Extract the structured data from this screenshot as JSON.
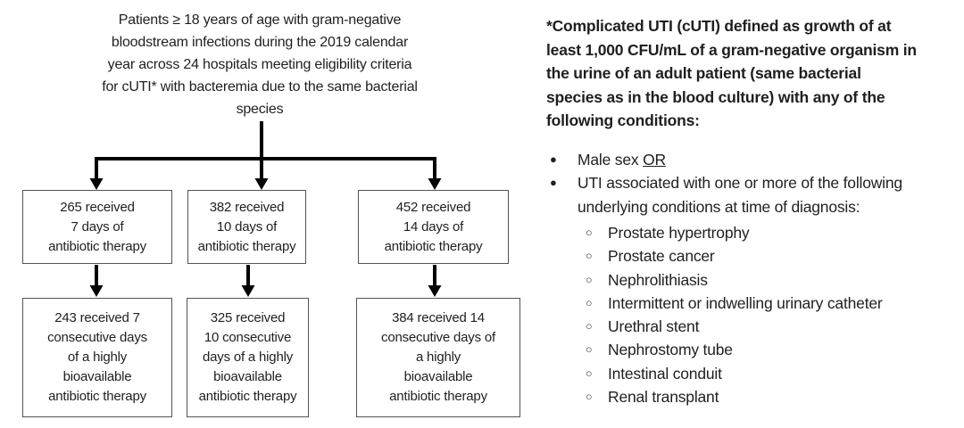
{
  "colors": {
    "background": "#ffffff",
    "text": "#1f1f1f",
    "box_border": "#545454",
    "arrow": "#000000"
  },
  "flowchart": {
    "top_text": "Patients ≥ 18 years of age with gram-negative\nbloodstream infections during the 2019 calendar\nyear across 24 hospitals meeting eligibility criteria\nfor cUTI* with bacteremia due to the same bacterial\nspecies",
    "boxes": [
      {
        "text": "265 received\n7 days of\nantibiotic therapy"
      },
      {
        "text": "382 received\n10 days of\nantibiotic therapy"
      },
      {
        "text": "452 received\n14 days of\nantibiotic therapy"
      },
      {
        "text": "243 received 7\nconsecutive days\nof a highly\nbioavailable\nantibiotic therapy"
      },
      {
        "text": "325 received\n10 consecutive\ndays of a highly\nbioavailable\nantibiotic therapy"
      },
      {
        "text": "384 received 14\nconsecutive days of\na highly\nbioavailable\nantibiotic therapy"
      }
    ]
  },
  "definition_panel": {
    "intro": "*Complicated UTI (cUTI) defined as growth of at\nleast 1,000 CFU/mL of a gram-negative organism in\nthe urine of an adult patient (same bacterial\nspecies as in the blood culture) with any of the\nfollowing conditions:",
    "bullet_glyph": "●",
    "sub_bullet_glyph": "○",
    "bullets": {
      "male_sex_prefix": "Male sex ",
      "male_sex_or": "OR",
      "uti_text": "UTI associated with one or more of the following\nunderlying conditions at time of diagnosis:"
    },
    "sub_bullets": [
      "Prostate hypertrophy",
      "Prostate cancer",
      "Nephrolithiasis",
      "Intermittent or indwelling urinary catheter",
      "Urethral stent",
      "Nephrostomy tube",
      "Intestinal conduit",
      "Renal transplant"
    ]
  }
}
